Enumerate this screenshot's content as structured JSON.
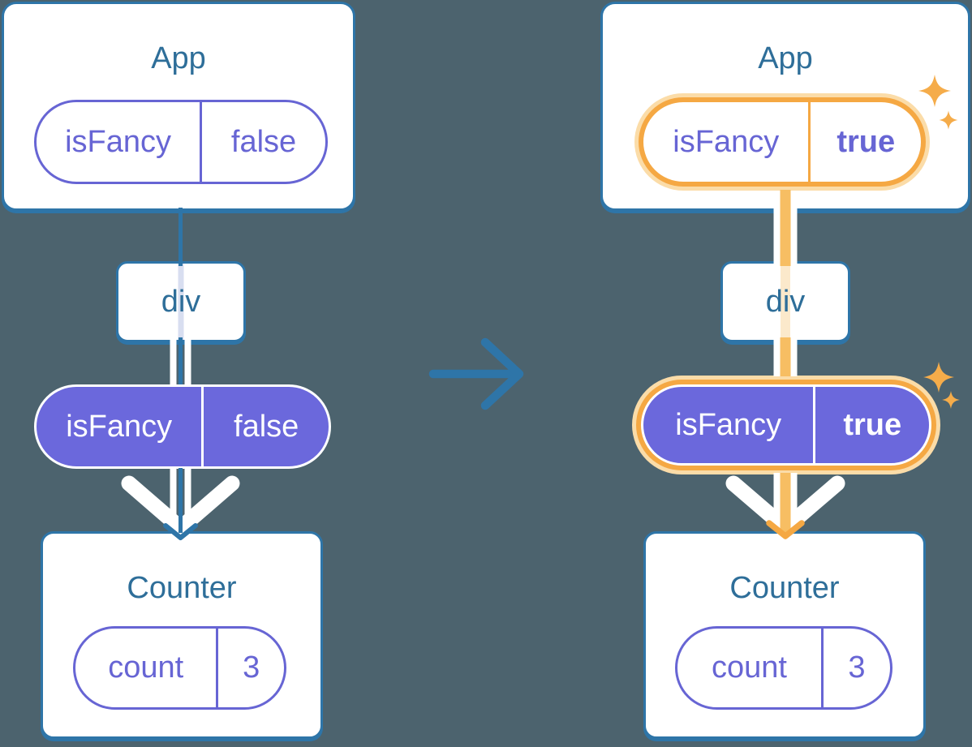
{
  "before": {
    "app_title": "App",
    "app_prop_name": "isFancy",
    "app_prop_value": "false",
    "div_label": "div",
    "passed_prop_name": "isFancy",
    "passed_prop_value": "false",
    "counter_title": "Counter",
    "state_name": "count",
    "state_value": "3"
  },
  "after": {
    "app_title": "App",
    "app_prop_name": "isFancy",
    "app_prop_value": "true",
    "div_label": "div",
    "passed_prop_name": "isFancy",
    "passed_prop_value": "true",
    "counter_title": "Counter",
    "state_name": "count",
    "state_value": "3"
  },
  "icons": {
    "transition_arrow": "right-arrow",
    "sparkle": "four-point-sparkle"
  },
  "colors": {
    "background": "#4C636E",
    "blue": "#2E75A8",
    "title_text": "#2E6E99",
    "purple_fill": "#6B68DC",
    "purple_text": "#6765D4",
    "purple_bold_text": "#5A58D2",
    "orange": "#F5A843",
    "orange_glow": "#FBDCA8",
    "orange_line": "#F7BE63",
    "orange_trace": "#FBE9CB",
    "lavender_trace": "#D8DEF0",
    "sparkle": "#F5AC4A",
    "card_bg": "#FFFFFF"
  }
}
